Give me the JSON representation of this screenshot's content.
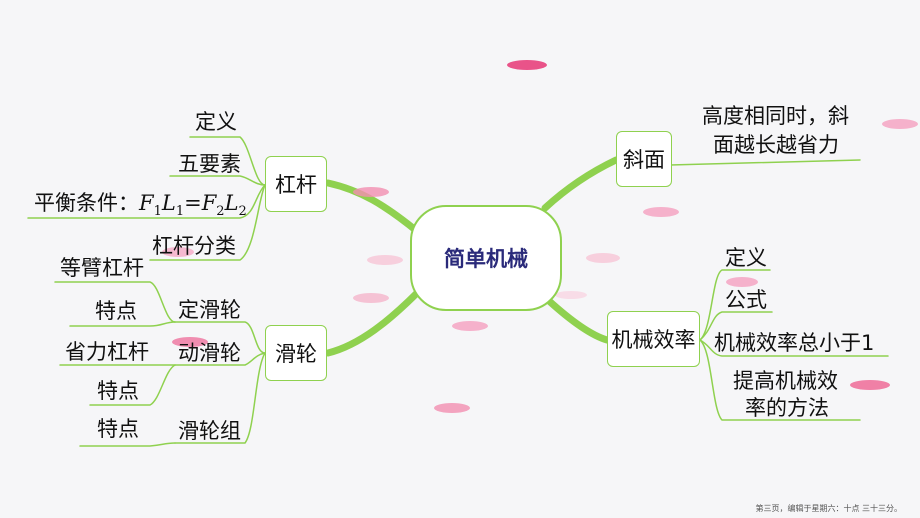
{
  "center": "简单机械",
  "left": {
    "lever": {
      "title": "杠杆",
      "items": [
        "定义",
        "五要素",
        "平衡条件：",
        "杠杆分类"
      ],
      "formula": {
        "F1": "F",
        "s1": "1",
        "L1": "L",
        "s2": "1",
        "eq": "=",
        "F2": "F",
        "s3": "2",
        "L2": "L",
        "s4": "2"
      }
    },
    "pulley": {
      "title": "滑轮",
      "items": [
        "定滑轮",
        "动滑轮",
        "滑轮组"
      ],
      "sub": [
        "等臂杠杆",
        "特点",
        "省力杠杆",
        "特点",
        "特点"
      ]
    }
  },
  "right": {
    "incline": {
      "title": "斜面",
      "note_line1": "高度相同时，斜",
      "note_line2": "面越长越省力"
    },
    "efficiency": {
      "title": "机械效率",
      "items": [
        "定义",
        "公式",
        "机械效率总小于1"
      ],
      "method_line1": "提高机械效",
      "method_line2": "率的方法"
    }
  },
  "footer": "第三页，编辑于星期六：十点 三十三分。",
  "colors": {
    "branch": "#8fd14f",
    "center_text": "#2a2a7a",
    "heart": "#ff6fa0"
  }
}
